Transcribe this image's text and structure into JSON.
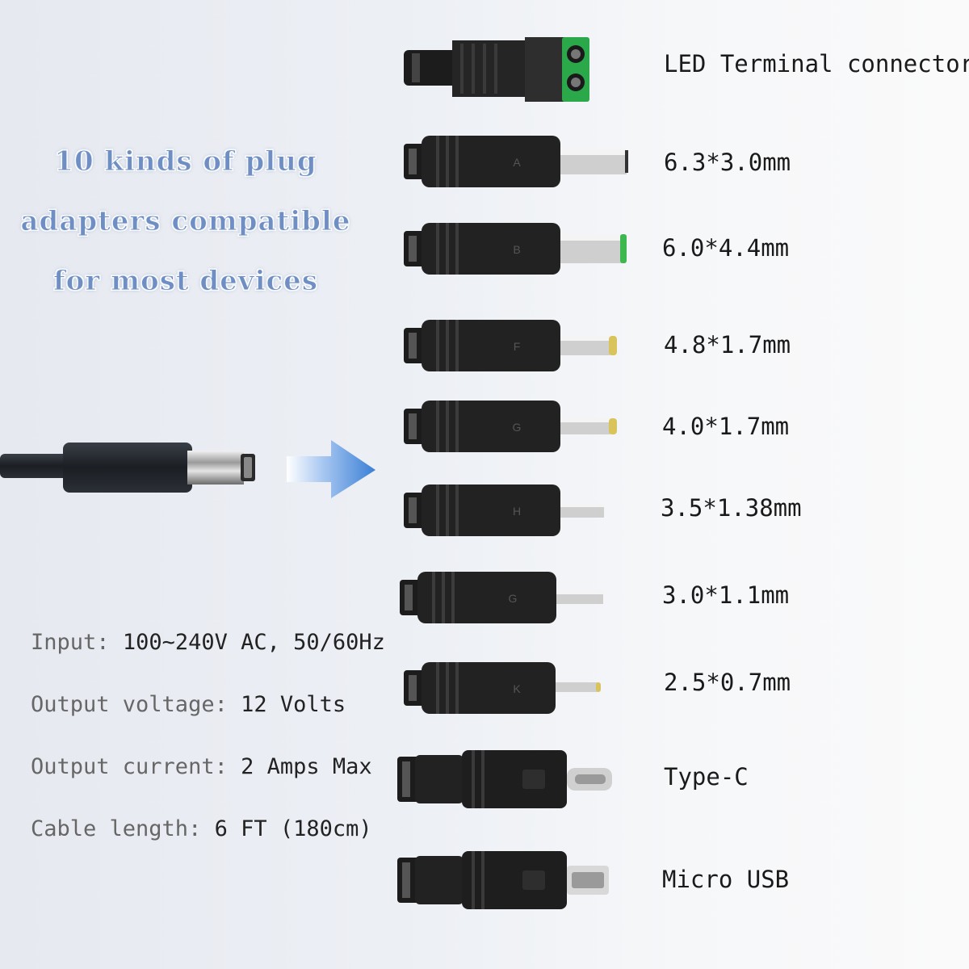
{
  "headline": {
    "line1": "10 kinds of plug",
    "line2": "adapters compatible",
    "line3": "for most devices"
  },
  "specs": [
    {
      "label": "Input:",
      "value": "100~240V AC, 50/60Hz"
    },
    {
      "label": "Output voltage:",
      "value": "12 Volts"
    },
    {
      "label": "Output current:",
      "value": "2 Amps Max"
    },
    {
      "label": "Cable length:",
      "value": "6 FT (180cm)"
    }
  ],
  "adapters": [
    {
      "label": "LED Terminal connector"
    },
    {
      "label": "6.3*3.0mm",
      "letter": "A"
    },
    {
      "label": "6.0*4.4mm",
      "letter": "B"
    },
    {
      "label": "4.8*1.7mm",
      "letter": "F"
    },
    {
      "label": "4.0*1.7mm",
      "letter": "G"
    },
    {
      "label": "3.5*1.38mm",
      "letter": "H"
    },
    {
      "label": "3.0*1.1mm",
      "letter": "G"
    },
    {
      "label": "2.5*0.7mm",
      "letter": "K"
    },
    {
      "label": "Type-C"
    },
    {
      "label": "Micro USB"
    }
  ],
  "colors": {
    "headline": "#6f8fc4",
    "arrow": "#3a7fd6",
    "terminal_block": "#2aa84a"
  }
}
